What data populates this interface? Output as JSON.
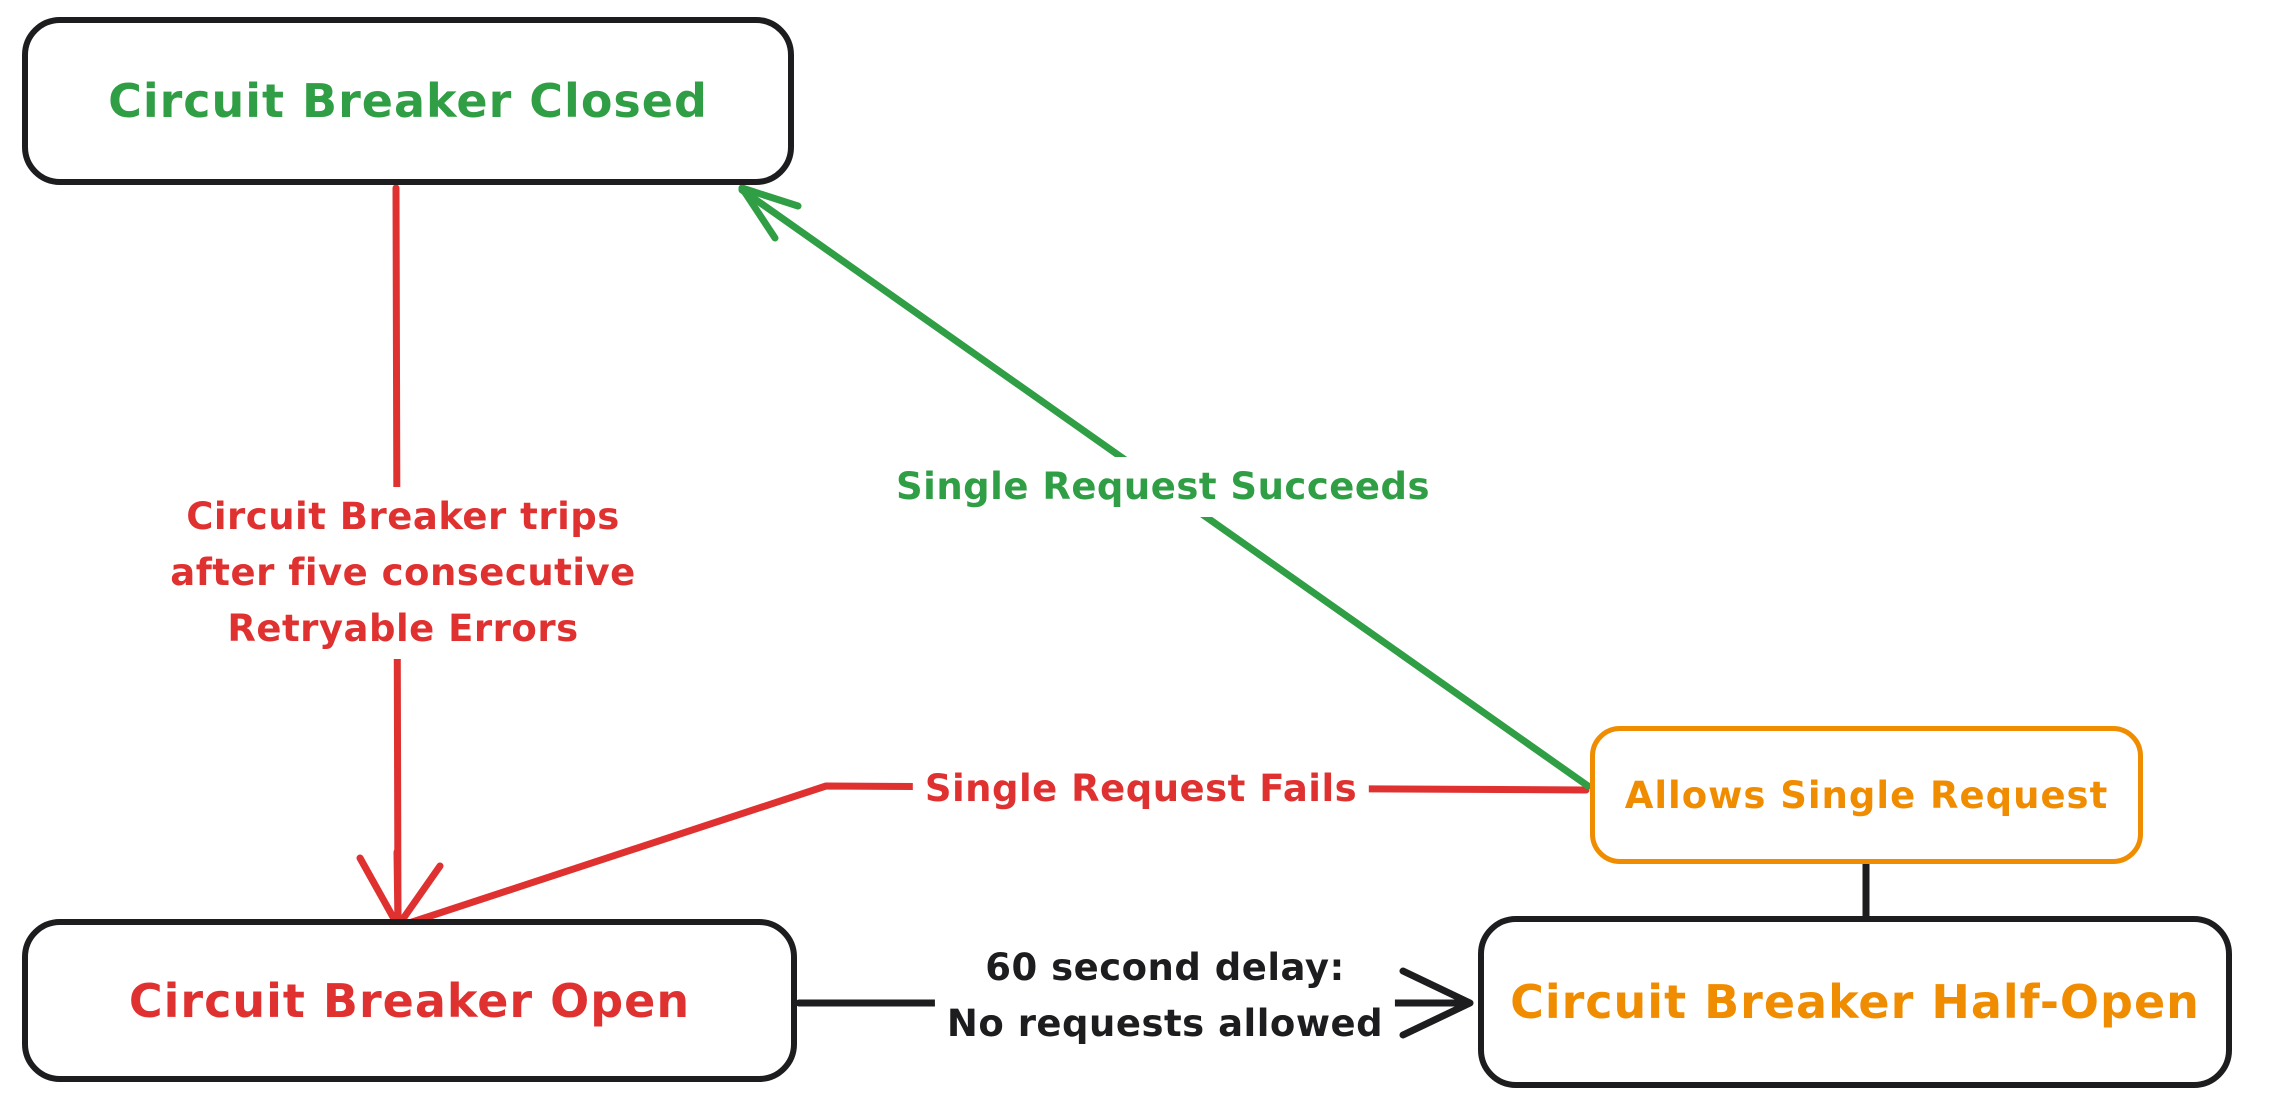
{
  "colors": {
    "green": "#2f9e44",
    "red": "#e03131",
    "orange": "#f08c00",
    "black": "#1d1d1f",
    "background": "#ffffff"
  },
  "nodes": {
    "closed": {
      "label": "Circuit Breaker Closed"
    },
    "open": {
      "label": "Circuit Breaker Open"
    },
    "half_open": {
      "label": "Circuit Breaker Half-Open"
    },
    "allows": {
      "label": "Allows Single Request"
    }
  },
  "edges": {
    "trip": {
      "label": "Circuit Breaker trips\nafter five consecutive\nRetryable Errors"
    },
    "succeed": {
      "label": "Single Request Succeeds"
    },
    "fail": {
      "label": "Single Request Fails"
    },
    "delay": {
      "label": "60 second delay:\nNo requests allowed"
    }
  }
}
